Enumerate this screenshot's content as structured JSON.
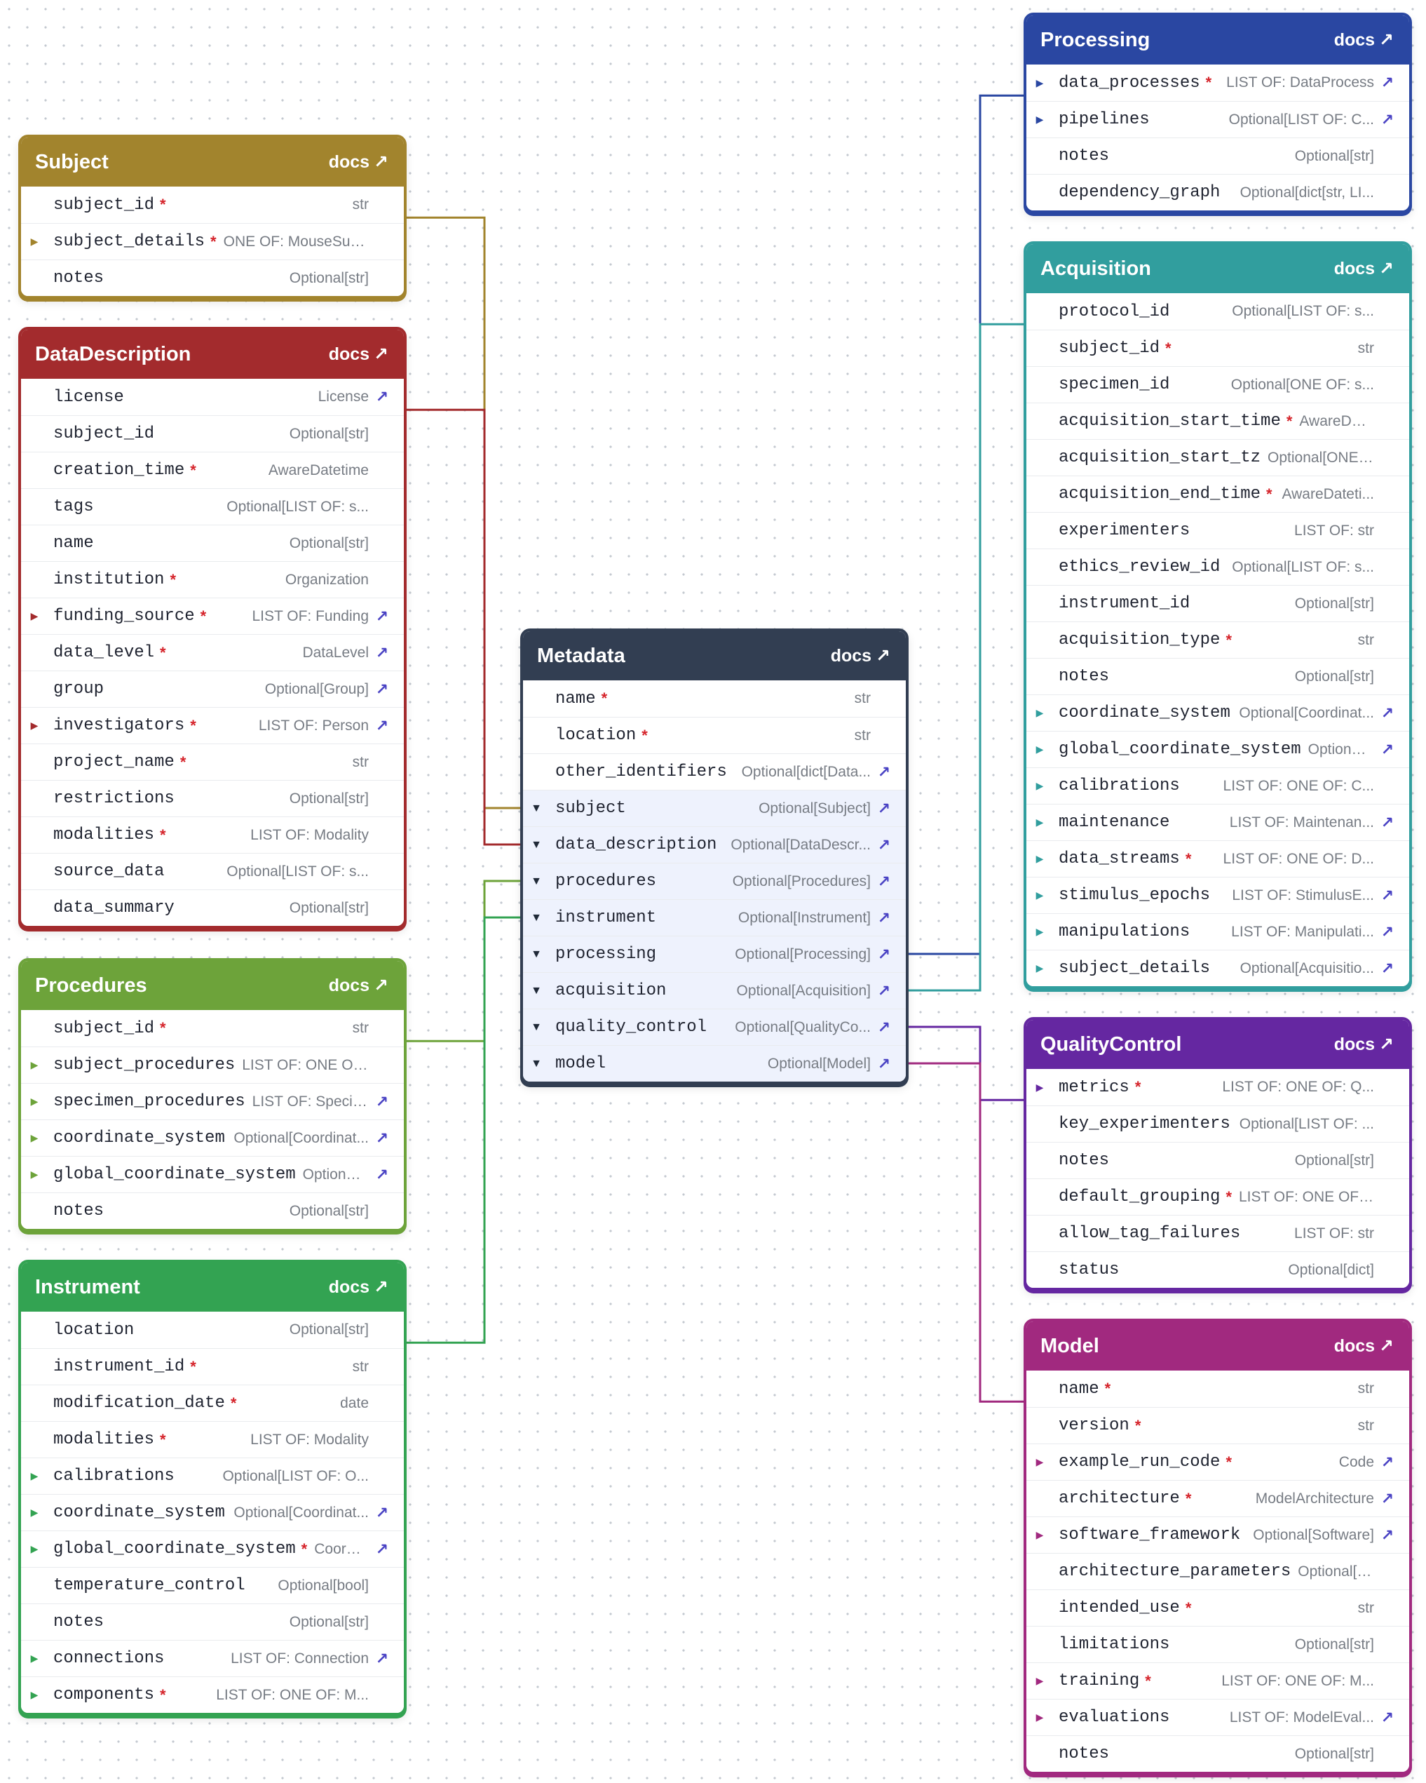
{
  "docs_label": "docs",
  "docs_arrow": "↗",
  "colors": {
    "Processing": "#2a47a2",
    "Subject": "#a2842d",
    "Acquisition": "#319e9e",
    "DataDescription": "#a32b2d",
    "Metadata": "#323e52",
    "Procedures": "#6da33a",
    "QualityControl": "#6527a1",
    "Instrument": "#33a352",
    "Model": "#a1297f"
  },
  "nodes": [
    {
      "id": "processing",
      "title": "Processing",
      "color": "#2a47a2",
      "fields": [
        {
          "name": "data_processes",
          "required": true,
          "type": "LIST OF: DataProcess",
          "expandable": true,
          "link": true
        },
        {
          "name": "pipelines",
          "required": false,
          "type": "Optional[LIST OF: C...",
          "expandable": true,
          "link": true
        },
        {
          "name": "notes",
          "required": false,
          "type": "Optional[str]",
          "expandable": false,
          "link": false
        },
        {
          "name": "dependency_graph",
          "required": false,
          "type": "Optional[dict[str, LI...",
          "expandable": false,
          "link": false
        }
      ]
    },
    {
      "id": "subject",
      "title": "Subject",
      "color": "#a2842d",
      "fields": [
        {
          "name": "subject_id",
          "required": true,
          "type": "str",
          "expandable": false,
          "link": false
        },
        {
          "name": "subject_details",
          "required": true,
          "type": "ONE OF: MouseSub...",
          "expandable": true,
          "link": false
        },
        {
          "name": "notes",
          "required": false,
          "type": "Optional[str]",
          "expandable": false,
          "link": false
        }
      ]
    },
    {
      "id": "acquisition",
      "title": "Acquisition",
      "color": "#319e9e",
      "fields": [
        {
          "name": "protocol_id",
          "required": false,
          "type": "Optional[LIST OF: s...",
          "expandable": false,
          "link": false
        },
        {
          "name": "subject_id",
          "required": true,
          "type": "str",
          "expandable": false,
          "link": false
        },
        {
          "name": "specimen_id",
          "required": false,
          "type": "Optional[ONE OF: s...",
          "expandable": false,
          "link": false
        },
        {
          "name": "acquisition_start_time",
          "required": true,
          "type": "AwareDat...",
          "expandable": false,
          "link": false
        },
        {
          "name": "acquisition_start_tz",
          "required": false,
          "type": "Optional[ONE ...",
          "expandable": false,
          "link": false
        },
        {
          "name": "acquisition_end_time",
          "required": true,
          "type": "AwareDateti...",
          "expandable": false,
          "link": false
        },
        {
          "name": "experimenters",
          "required": false,
          "type": "LIST OF: str",
          "expandable": false,
          "link": false
        },
        {
          "name": "ethics_review_id",
          "required": false,
          "type": "Optional[LIST OF: s...",
          "expandable": false,
          "link": false
        },
        {
          "name": "instrument_id",
          "required": false,
          "type": "Optional[str]",
          "expandable": false,
          "link": false
        },
        {
          "name": "acquisition_type",
          "required": true,
          "type": "str",
          "expandable": false,
          "link": false
        },
        {
          "name": "notes",
          "required": false,
          "type": "Optional[str]",
          "expandable": false,
          "link": false
        },
        {
          "name": "coordinate_system",
          "required": false,
          "type": "Optional[Coordinat...",
          "expandable": true,
          "link": true
        },
        {
          "name": "global_coordinate_system",
          "required": false,
          "type": "Optional[...",
          "expandable": true,
          "link": true
        },
        {
          "name": "calibrations",
          "required": false,
          "type": "LIST OF: ONE OF: C...",
          "expandable": true,
          "link": false
        },
        {
          "name": "maintenance",
          "required": false,
          "type": "LIST OF: Maintenan...",
          "expandable": true,
          "link": true
        },
        {
          "name": "data_streams",
          "required": true,
          "type": "LIST OF: ONE OF: D...",
          "expandable": true,
          "link": false
        },
        {
          "name": "stimulus_epochs",
          "required": false,
          "type": "LIST OF: StimulusE...",
          "expandable": true,
          "link": true
        },
        {
          "name": "manipulations",
          "required": false,
          "type": "LIST OF: Manipulati...",
          "expandable": true,
          "link": true
        },
        {
          "name": "subject_details",
          "required": false,
          "type": "Optional[Acquisitio...",
          "expandable": true,
          "link": true
        }
      ]
    },
    {
      "id": "datadescription",
      "title": "DataDescription",
      "color": "#a32b2d",
      "fields": [
        {
          "name": "license",
          "required": false,
          "type": "License",
          "expandable": false,
          "link": true
        },
        {
          "name": "subject_id",
          "required": false,
          "type": "Optional[str]",
          "expandable": false,
          "link": false
        },
        {
          "name": "creation_time",
          "required": true,
          "type": "AwareDatetime",
          "expandable": false,
          "link": false
        },
        {
          "name": "tags",
          "required": false,
          "type": "Optional[LIST OF: s...",
          "expandable": false,
          "link": false
        },
        {
          "name": "name",
          "required": false,
          "type": "Optional[str]",
          "expandable": false,
          "link": false
        },
        {
          "name": "institution",
          "required": true,
          "type": "Organization",
          "expandable": false,
          "link": false
        },
        {
          "name": "funding_source",
          "required": true,
          "type": "LIST OF: Funding",
          "expandable": true,
          "link": true
        },
        {
          "name": "data_level",
          "required": true,
          "type": "DataLevel",
          "expandable": false,
          "link": true
        },
        {
          "name": "group",
          "required": false,
          "type": "Optional[Group]",
          "expandable": false,
          "link": true
        },
        {
          "name": "investigators",
          "required": true,
          "type": "LIST OF: Person",
          "expandable": true,
          "link": true
        },
        {
          "name": "project_name",
          "required": true,
          "type": "str",
          "expandable": false,
          "link": false
        },
        {
          "name": "restrictions",
          "required": false,
          "type": "Optional[str]",
          "expandable": false,
          "link": false
        },
        {
          "name": "modalities",
          "required": true,
          "type": "LIST OF: Modality",
          "expandable": false,
          "link": false
        },
        {
          "name": "source_data",
          "required": false,
          "type": "Optional[LIST OF: s...",
          "expandable": false,
          "link": false
        },
        {
          "name": "data_summary",
          "required": false,
          "type": "Optional[str]",
          "expandable": false,
          "link": false
        }
      ]
    },
    {
      "id": "metadata",
      "title": "Metadata",
      "color": "#323e52",
      "fields": [
        {
          "name": "name",
          "required": true,
          "type": "str",
          "expandable": false,
          "link": false
        },
        {
          "name": "location",
          "required": true,
          "type": "str",
          "expandable": false,
          "link": false
        },
        {
          "name": "other_identifiers",
          "required": false,
          "type": "Optional[dict[Data...",
          "expandable": false,
          "link": true
        },
        {
          "name": "subject",
          "required": false,
          "type": "Optional[Subject]",
          "expandable": true,
          "link": true,
          "highlight": true
        },
        {
          "name": "data_description",
          "required": false,
          "type": "Optional[DataDescr...",
          "expandable": true,
          "link": true,
          "highlight": true
        },
        {
          "name": "procedures",
          "required": false,
          "type": "Optional[Procedures]",
          "expandable": true,
          "link": true,
          "highlight": true
        },
        {
          "name": "instrument",
          "required": false,
          "type": "Optional[Instrument]",
          "expandable": true,
          "link": true,
          "highlight": true
        },
        {
          "name": "processing",
          "required": false,
          "type": "Optional[Processing]",
          "expandable": true,
          "link": true,
          "highlight": true
        },
        {
          "name": "acquisition",
          "required": false,
          "type": "Optional[Acquisition]",
          "expandable": true,
          "link": true,
          "highlight": true
        },
        {
          "name": "quality_control",
          "required": false,
          "type": "Optional[QualityCo...",
          "expandable": true,
          "link": true,
          "highlight": true
        },
        {
          "name": "model",
          "required": false,
          "type": "Optional[Model]",
          "expandable": true,
          "link": true,
          "highlight": true
        }
      ]
    },
    {
      "id": "procedures",
      "title": "Procedures",
      "color": "#6da33a",
      "fields": [
        {
          "name": "subject_id",
          "required": true,
          "type": "str",
          "expandable": false,
          "link": false
        },
        {
          "name": "subject_procedures",
          "required": false,
          "type": "LIST OF: ONE OF:...",
          "expandable": true,
          "link": false
        },
        {
          "name": "specimen_procedures",
          "required": false,
          "type": "LIST OF: Specim...",
          "expandable": true,
          "link": true
        },
        {
          "name": "coordinate_system",
          "required": false,
          "type": "Optional[Coordinat...",
          "expandable": true,
          "link": true
        },
        {
          "name": "global_coordinate_system",
          "required": false,
          "type": "Optional[...",
          "expandable": true,
          "link": true
        },
        {
          "name": "notes",
          "required": false,
          "type": "Optional[str]",
          "expandable": false,
          "link": false
        }
      ]
    },
    {
      "id": "qualitycontrol",
      "title": "QualityControl",
      "color": "#6527a1",
      "fields": [
        {
          "name": "metrics",
          "required": true,
          "type": "LIST OF: ONE OF: Q...",
          "expandable": true,
          "link": false
        },
        {
          "name": "key_experimenters",
          "required": false,
          "type": "Optional[LIST OF: ...",
          "expandable": false,
          "link": false
        },
        {
          "name": "notes",
          "required": false,
          "type": "Optional[str]",
          "expandable": false,
          "link": false
        },
        {
          "name": "default_grouping",
          "required": true,
          "type": "LIST OF: ONE OF: ...",
          "expandable": false,
          "link": false
        },
        {
          "name": "allow_tag_failures",
          "required": false,
          "type": "LIST OF: str",
          "expandable": false,
          "link": false
        },
        {
          "name": "status",
          "required": false,
          "type": "Optional[dict]",
          "expandable": false,
          "link": false
        }
      ]
    },
    {
      "id": "instrument",
      "title": "Instrument",
      "color": "#33a352",
      "fields": [
        {
          "name": "location",
          "required": false,
          "type": "Optional[str]",
          "expandable": false,
          "link": false
        },
        {
          "name": "instrument_id",
          "required": true,
          "type": "str",
          "expandable": false,
          "link": false
        },
        {
          "name": "modification_date",
          "required": true,
          "type": "date",
          "expandable": false,
          "link": false
        },
        {
          "name": "modalities",
          "required": true,
          "type": "LIST OF: Modality",
          "expandable": false,
          "link": false
        },
        {
          "name": "calibrations",
          "required": false,
          "type": "Optional[LIST OF: O...",
          "expandable": true,
          "link": false
        },
        {
          "name": "coordinate_system",
          "required": false,
          "type": "Optional[Coordinat...",
          "expandable": true,
          "link": true
        },
        {
          "name": "global_coordinate_system",
          "required": true,
          "type": "Coordin...",
          "expandable": true,
          "link": true
        },
        {
          "name": "temperature_control",
          "required": false,
          "type": "Optional[bool]",
          "expandable": false,
          "link": false
        },
        {
          "name": "notes",
          "required": false,
          "type": "Optional[str]",
          "expandable": false,
          "link": false
        },
        {
          "name": "connections",
          "required": false,
          "type": "LIST OF: Connection",
          "expandable": true,
          "link": true
        },
        {
          "name": "components",
          "required": true,
          "type": "LIST OF: ONE OF: M...",
          "expandable": true,
          "link": false
        }
      ]
    },
    {
      "id": "model",
      "title": "Model",
      "color": "#a1297f",
      "fields": [
        {
          "name": "name",
          "required": true,
          "type": "str",
          "expandable": false,
          "link": false
        },
        {
          "name": "version",
          "required": true,
          "type": "str",
          "expandable": false,
          "link": false
        },
        {
          "name": "example_run_code",
          "required": true,
          "type": "Code",
          "expandable": true,
          "link": true
        },
        {
          "name": "architecture",
          "required": true,
          "type": "ModelArchitecture",
          "expandable": false,
          "link": true
        },
        {
          "name": "software_framework",
          "required": false,
          "type": "Optional[Software]",
          "expandable": true,
          "link": true
        },
        {
          "name": "architecture_parameters",
          "required": false,
          "type": "Optional[di...",
          "expandable": false,
          "link": false
        },
        {
          "name": "intended_use",
          "required": true,
          "type": "str",
          "expandable": false,
          "link": false
        },
        {
          "name": "limitations",
          "required": false,
          "type": "Optional[str]",
          "expandable": false,
          "link": false
        },
        {
          "name": "training",
          "required": true,
          "type": "LIST OF: ONE OF: M...",
          "expandable": true,
          "link": false
        },
        {
          "name": "evaluations",
          "required": false,
          "type": "LIST OF: ModelEval...",
          "expandable": true,
          "link": true
        },
        {
          "name": "notes",
          "required": false,
          "type": "Optional[str]",
          "expandable": false,
          "link": false
        }
      ]
    }
  ],
  "edges": [
    {
      "from_field": "subject",
      "to": "subject",
      "color": "#a2842d"
    },
    {
      "from_field": "data_description",
      "to": "datadescription",
      "color": "#a32b2d"
    },
    {
      "from_field": "procedures",
      "to": "procedures",
      "color": "#6da33a"
    },
    {
      "from_field": "instrument",
      "to": "instrument",
      "color": "#33a352"
    },
    {
      "from_field": "processing",
      "to": "processing",
      "color": "#2a47a2"
    },
    {
      "from_field": "acquisition",
      "to": "acquisition",
      "color": "#319e9e"
    },
    {
      "from_field": "quality_control",
      "to": "qualitycontrol",
      "color": "#6527a1"
    },
    {
      "from_field": "model",
      "to": "model",
      "color": "#a1297f"
    }
  ]
}
